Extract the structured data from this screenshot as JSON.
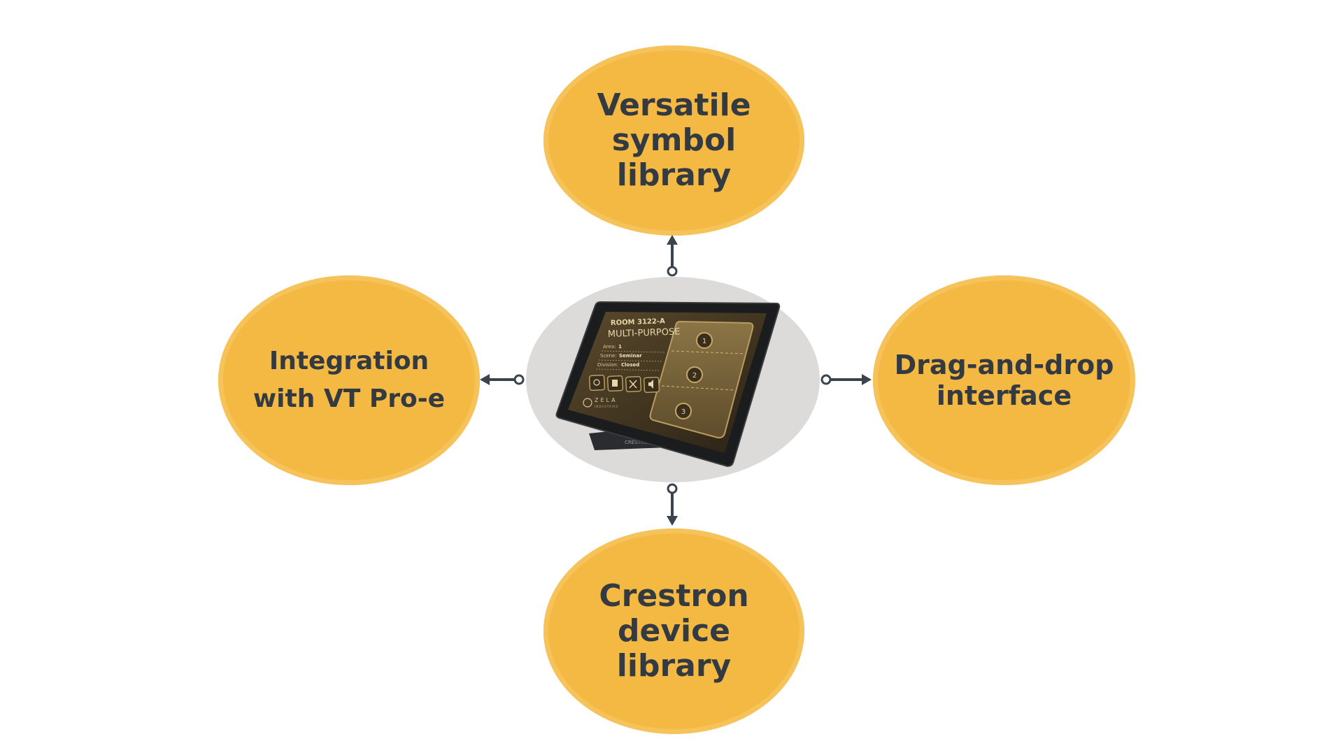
{
  "diagram": {
    "nodes": {
      "top": {
        "label": "Versatile symbol library"
      },
      "right": {
        "label": "Drag-and-drop interface"
      },
      "bottom": {
        "label": "Crestron device library"
      },
      "left": {
        "label": "Integration with VT Pro-e"
      }
    },
    "center": {
      "device_icon": "touch-panel-device",
      "screen": {
        "room_line1": "ROOM 3122-A",
        "room_line2": "MULTI-PURPOSE",
        "area_label": "Area:",
        "area_value": "1",
        "scene_label": "Scene:",
        "scene_value": "Seminar",
        "division_label": "Division:",
        "division_value": "Closed",
        "zones": [
          "1",
          "2",
          "3"
        ],
        "brand": "ZELA",
        "brand_sub": "INDUSTRIES",
        "stand_brand": "CRESTRON"
      }
    },
    "connector_icon": "arrow-icon",
    "colors": {
      "node_fill": "#f4b942",
      "node_ring": "#f6c35a",
      "center_fill": "#dcdbd9",
      "text": "#333a42",
      "connector": "#3b434c"
    }
  }
}
